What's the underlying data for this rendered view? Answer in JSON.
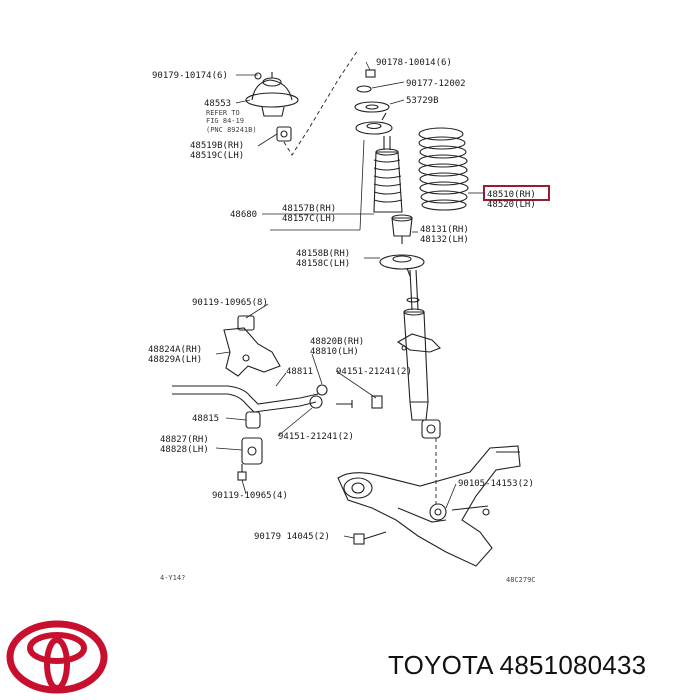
{
  "labels": {
    "l90179_10174": "90179-10174(6)",
    "l90178_10014": "90178-10014(6)",
    "l90177_12002": "90177-12002",
    "l48553": "48553",
    "l53729b": "53729B",
    "refer1": "REFER TO",
    "refer2": "FIG 84-19",
    "refer3": "(PNC 89241B)",
    "l48519b": "48519B(RH)",
    "l48519c": "48519C(LH)",
    "l48510": "48510(RH)",
    "l48520": "48520(LH)",
    "l48157b": "48157B(RH)",
    "l48157c": "48157C(LH)",
    "l48680": "48680",
    "l48131": "48131(RH)",
    "l48132": "48132(LH)",
    "l48158b": "48158B(RH)",
    "l48158c": "48158C(LH)",
    "l90119_a": "90119-10965(8)",
    "l48824a": "48824A(RH)",
    "l48829a": "48829A(LH)",
    "l48820b": "48820B(RH)",
    "l48810": "48810(LH)",
    "l48811": "48811",
    "l94151_a": "94151-21241(2)",
    "l48815": "48815",
    "l94151_b": "94151-21241(2)",
    "l48827": "48827(RH)",
    "l48828": "48828(LH)",
    "l90119_b": "90119-10965(4)",
    "l90105": "90105-14153(2)",
    "l90179_14045": "90179 14045(2)",
    "footer_left": "4-Y14?",
    "footer_right": "48C279C"
  },
  "brand": {
    "text": "TOYOTA 4851080433",
    "logo": "toyota-logo"
  },
  "colors": {
    "highlight": "#9b1b30",
    "logo_red": "#c8102e"
  }
}
